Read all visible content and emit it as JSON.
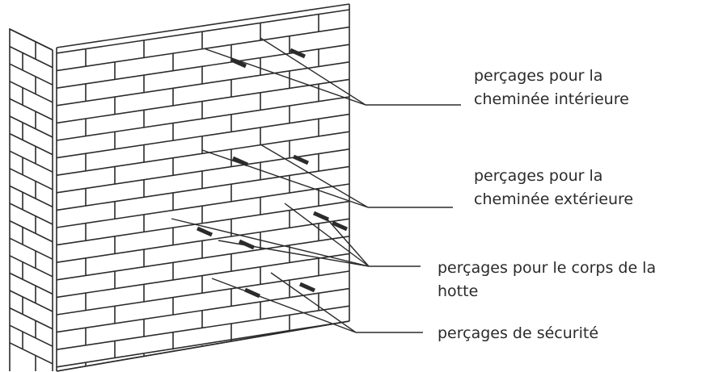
{
  "labels": {
    "interior_chimney": {
      "line1": "perçages pour la",
      "line2": "cheminée intérieure"
    },
    "exterior_chimney": {
      "line1": "perçages pour la",
      "line2": "cheminée extérieure"
    },
    "hood_body": {
      "line1": "perçages pour le corps de la",
      "line2": "hotte"
    },
    "safety": {
      "line1": "perçages de sécurité"
    }
  },
  "colors": {
    "ink": "#2b2b2b",
    "background": "#ffffff"
  }
}
